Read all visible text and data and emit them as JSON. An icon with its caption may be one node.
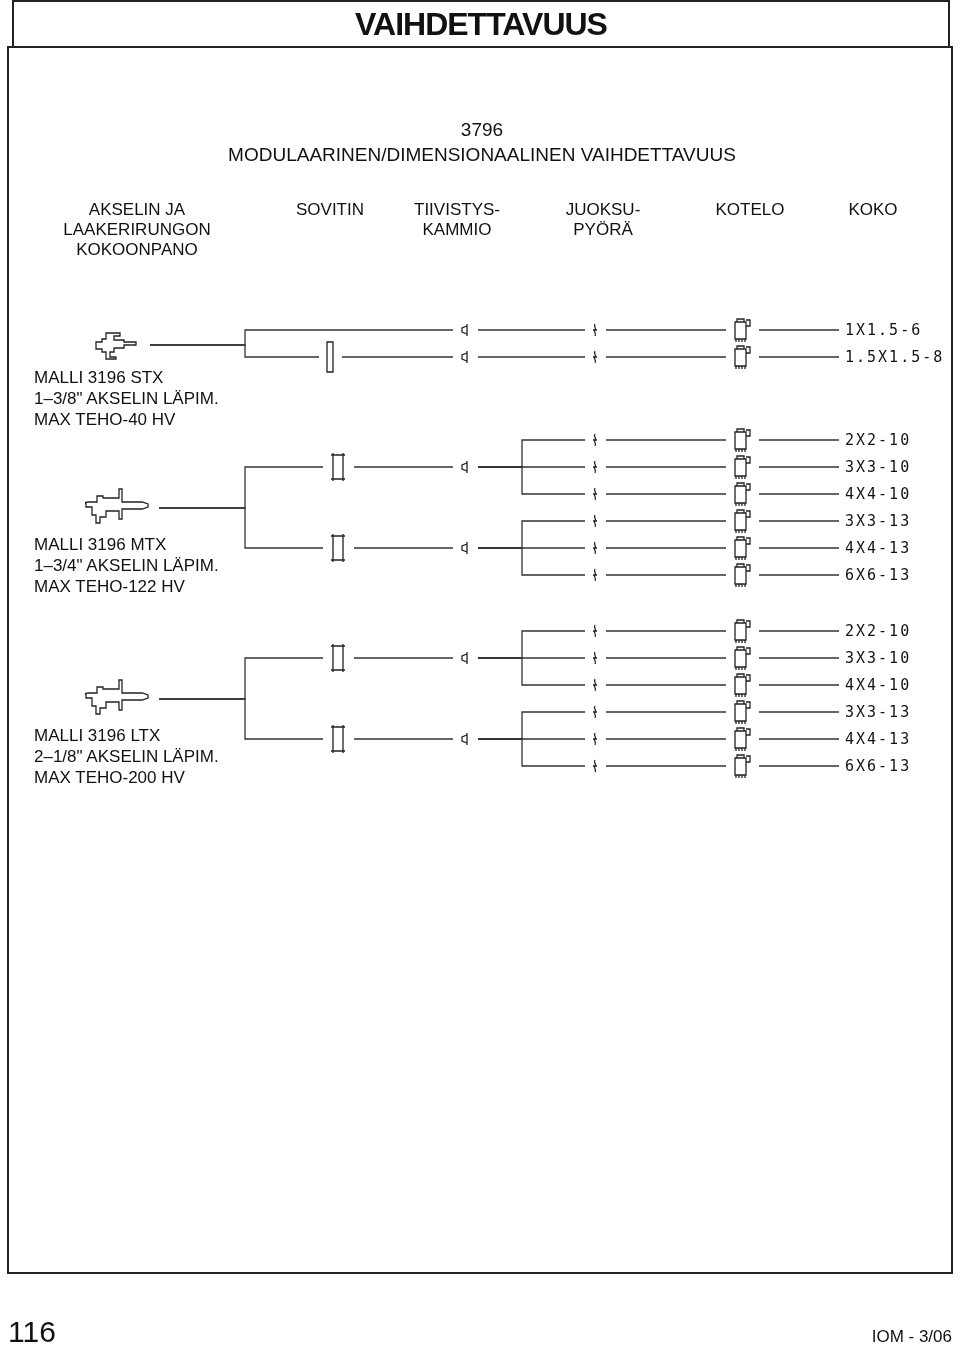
{
  "diagram": {
    "title": "VAIHDETTAVUUS",
    "nodes": [
      {
        "text": [],
        "shape": "picture",
        "beside": [
          "MALLI 3196 STX",
          "1–3/8\" AKSELIN LÄPIM.",
          "MAX TEHO-40 HV"
        ]
      },
      {
        "text": [],
        "shape": "picture"
      },
      {
        "text": [],
        "shape": "bar"
      },
      {
        "text": [],
        "shape": "picture"
      },
      {
        "text": [],
        "shape": "picture"
      },
      {
        "text": [],
        "shape": "picture"
      },
      {
        "text": [],
        "shape": "picture"
      },
      {
        "text": [],
        "shape": "picture"
      },
      {
        "text": [
          "1X1.5-6"
        ]
      },
      {
        "text": [
          "1.5X1.5-8"
        ]
      },
      {
        "text": [],
        "shape": "picture",
        "beside": [
          "MALLI 3196 MTX",
          "1–3/4\" AKSELIN LÄPIM.",
          "MAX TEHO-122 HV"
        ]
      },
      {
        "text": [],
        "shape": "picture"
      },
      {
        "text": [],
        "shape": "picture"
      },
      {
        "text": [],
        "shape": "picture"
      },
      {
        "text": [],
        "shape": "picture"
      },
      {
        "text": [],
        "shape": "picture"
      },
      {
        "text": [],
        "shape": "picture"
      },
      {
        "text": [
          "2X2-10"
        ]
      },
      {
        "text": [],
        "shape": "picture"
      },
      {
        "text": [],
        "shape": "picture"
      },
      {
        "text": [
          "3X3-10"
        ]
      },
      {
        "text": [],
        "shape": "picture"
      },
      {
        "text": [],
        "shape": "picture"
      },
      {
        "text": [
          "4X4-10"
        ]
      },
      {
        "text": [],
        "shape": "picture"
      },
      {
        "text": [],
        "shape": "picture"
      },
      {
        "text": [
          "3X3-13"
        ]
      },
      {
        "text": [],
        "shape": "picture"
      },
      {
        "text": [],
        "shape": "picture"
      },
      {
        "text": [
          "4X4-13"
        ]
      },
      {
        "text": [],
        "shape": "picture"
      },
      {
        "text": [],
        "shape": "picture"
      },
      {
        "text": [
          "6X6-13"
        ]
      },
      {
        "text": [],
        "shape": "picture",
        "beside": [
          "MALLI 3196 LTX",
          "2–1/8\" AKSELIN LÄPIM.",
          "MAX TEHO-200 HV"
        ]
      },
      {
        "text": [],
        "shape": "picture"
      },
      {
        "text": [],
        "shape": "picture"
      },
      {
        "text": [],
        "shape": "picture"
      },
      {
        "text": [],
        "shape": "picture"
      },
      {
        "text": [],
        "shape": "picture"
      },
      {
        "text": [],
        "shape": "picture"
      },
      {
        "text": [
          "2X2-10"
        ]
      },
      {
        "text": [],
        "shape": "picture"
      },
      {
        "text": [],
        "shape": "picture"
      },
      {
        "text": [
          "3X3-10"
        ]
      },
      {
        "text": [],
        "shape": "picture"
      },
      {
        "text": [],
        "shape": "picture"
      },
      {
        "text": [
          "4X4-10"
        ]
      },
      {
        "text": [],
        "shape": "picture"
      },
      {
        "text": [],
        "shape": "picture"
      },
      {
        "text": [
          "3X3-13"
        ]
      },
      {
        "text": [],
        "shape": "picture"
      },
      {
        "text": [],
        "shape": "picture"
      },
      {
        "text": [
          "4X4-13"
        ]
      },
      {
        "text": [],
        "shape": "picture"
      },
      {
        "text": [],
        "shape": "picture"
      },
      {
        "text": [
          "6X6-13"
        ]
      }
    ],
    "edges": [
      {
        "from": 0,
        "to": 1,
        "arrow": "none"
      },
      {
        "from": 0,
        "to": 2,
        "arrow": "none"
      },
      {
        "from": 2,
        "to": 3,
        "arrow": "none"
      },
      {
        "from": 1,
        "to": 4,
        "arrow": "none"
      },
      {
        "from": 4,
        "to": 6,
        "arrow": "none"
      },
      {
        "from": 6,
        "to": 8,
        "arrow": "none"
      },
      {
        "from": 3,
        "to": 5,
        "arrow": "none"
      },
      {
        "from": 5,
        "to": 7,
        "arrow": "none"
      },
      {
        "from": 7,
        "to": 9,
        "arrow": "none"
      },
      {
        "from": 10,
        "to": 11,
        "arrow": "none"
      },
      {
        "from": 10,
        "to": 13,
        "arrow": "none"
      },
      {
        "from": 11,
        "to": 12,
        "arrow": "none"
      },
      {
        "from": 13,
        "to": 14,
        "arrow": "none"
      },
      {
        "from": 12,
        "to": 15,
        "arrow": "none"
      },
      {
        "from": 15,
        "to": 16,
        "arrow": "none"
      },
      {
        "from": 16,
        "to": 17,
        "arrow": "none"
      },
      {
        "from": 12,
        "to": 18,
        "arrow": "none"
      },
      {
        "from": 18,
        "to": 19,
        "arrow": "none"
      },
      {
        "from": 19,
        "to": 20,
        "arrow": "none"
      },
      {
        "from": 12,
        "to": 21,
        "arrow": "none"
      },
      {
        "from": 21,
        "to": 22,
        "arrow": "none"
      },
      {
        "from": 22,
        "to": 23,
        "arrow": "none"
      },
      {
        "from": 14,
        "to": 24,
        "arrow": "none"
      },
      {
        "from": 24,
        "to": 25,
        "arrow": "none"
      },
      {
        "from": 25,
        "to": 26,
        "arrow": "none"
      },
      {
        "from": 14,
        "to": 27,
        "arrow": "none"
      },
      {
        "from": 27,
        "to": 28,
        "arrow": "none"
      },
      {
        "from": 28,
        "to": 29,
        "arrow": "none"
      },
      {
        "from": 14,
        "to": 30,
        "arrow": "none"
      },
      {
        "from": 30,
        "to": 31,
        "arrow": "none"
      },
      {
        "from": 31,
        "to": 32,
        "arrow": "none"
      },
      {
        "from": 33,
        "to": 34,
        "arrow": "none"
      },
      {
        "from": 33,
        "to": 36,
        "arrow": "none"
      },
      {
        "from": 34,
        "to": 35,
        "arrow": "none"
      },
      {
        "from": 36,
        "to": 37,
        "arrow": "none"
      },
      {
        "from": 35,
        "to": 38,
        "arrow": "none"
      },
      {
        "from": 38,
        "to": 39,
        "arrow": "none"
      },
      {
        "from": 39,
        "to": 40,
        "arrow": "none"
      },
      {
        "from": 35,
        "to": 41,
        "arrow": "none"
      },
      {
        "from": 41,
        "to": 42,
        "arrow": "none"
      },
      {
        "from": 42,
        "to": 43,
        "arrow": "none"
      },
      {
        "from": 35,
        "to": 44,
        "arrow": "none"
      },
      {
        "from": 44,
        "to": 45,
        "arrow": "none"
      },
      {
        "from": 45,
        "to": 46,
        "arrow": "none"
      },
      {
        "from": 37,
        "to": 47,
        "arrow": "none"
      },
      {
        "from": 47,
        "to": 48,
        "arrow": "none"
      },
      {
        "from": 48,
        "to": 49,
        "arrow": "none"
      },
      {
        "from": 37,
        "to": 50,
        "arrow": "none"
      },
      {
        "from": 50,
        "to": 51,
        "arrow": "none"
      },
      {
        "from": 51,
        "to": 52,
        "arrow": "none"
      },
      {
        "from": 37,
        "to": 53,
        "arrow": "none"
      },
      {
        "from": 53,
        "to": 54,
        "arrow": "none"
      },
      {
        "from": 54,
        "to": 55,
        "arrow": "none"
      }
    ],
    "labels": [
      "3796",
      "MODULAARINEN/DIMENSIONAALINEN VAIHDETTAVUUS",
      "AKSELIN JA LAAKERIRUNGON KOKOONPANO",
      "SOVITIN",
      "TIIVISTYS- KAMMIO",
      "JUOKSU- PYÖRÄ",
      "KOTELO",
      "KOKO",
      "116",
      "IOM - 3/06"
    ]
  }
}
